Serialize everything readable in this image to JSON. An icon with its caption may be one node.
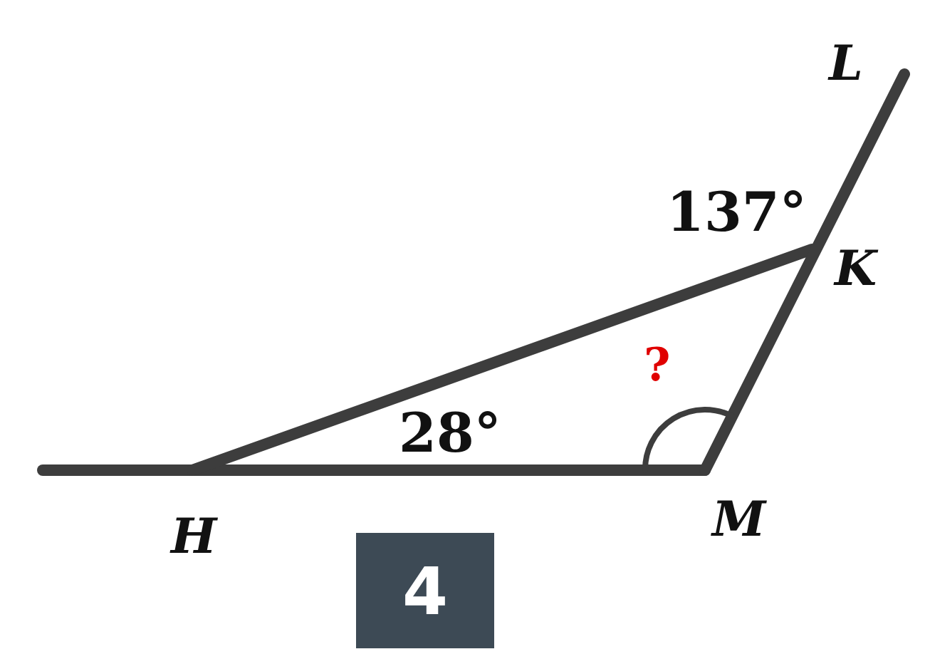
{
  "diagram": {
    "nodes": [
      {
        "text": [
          "4"
        ]
      }
    ],
    "labels": [
      "L",
      "137°",
      "K",
      "?",
      "28°",
      "H",
      "M"
    ]
  }
}
